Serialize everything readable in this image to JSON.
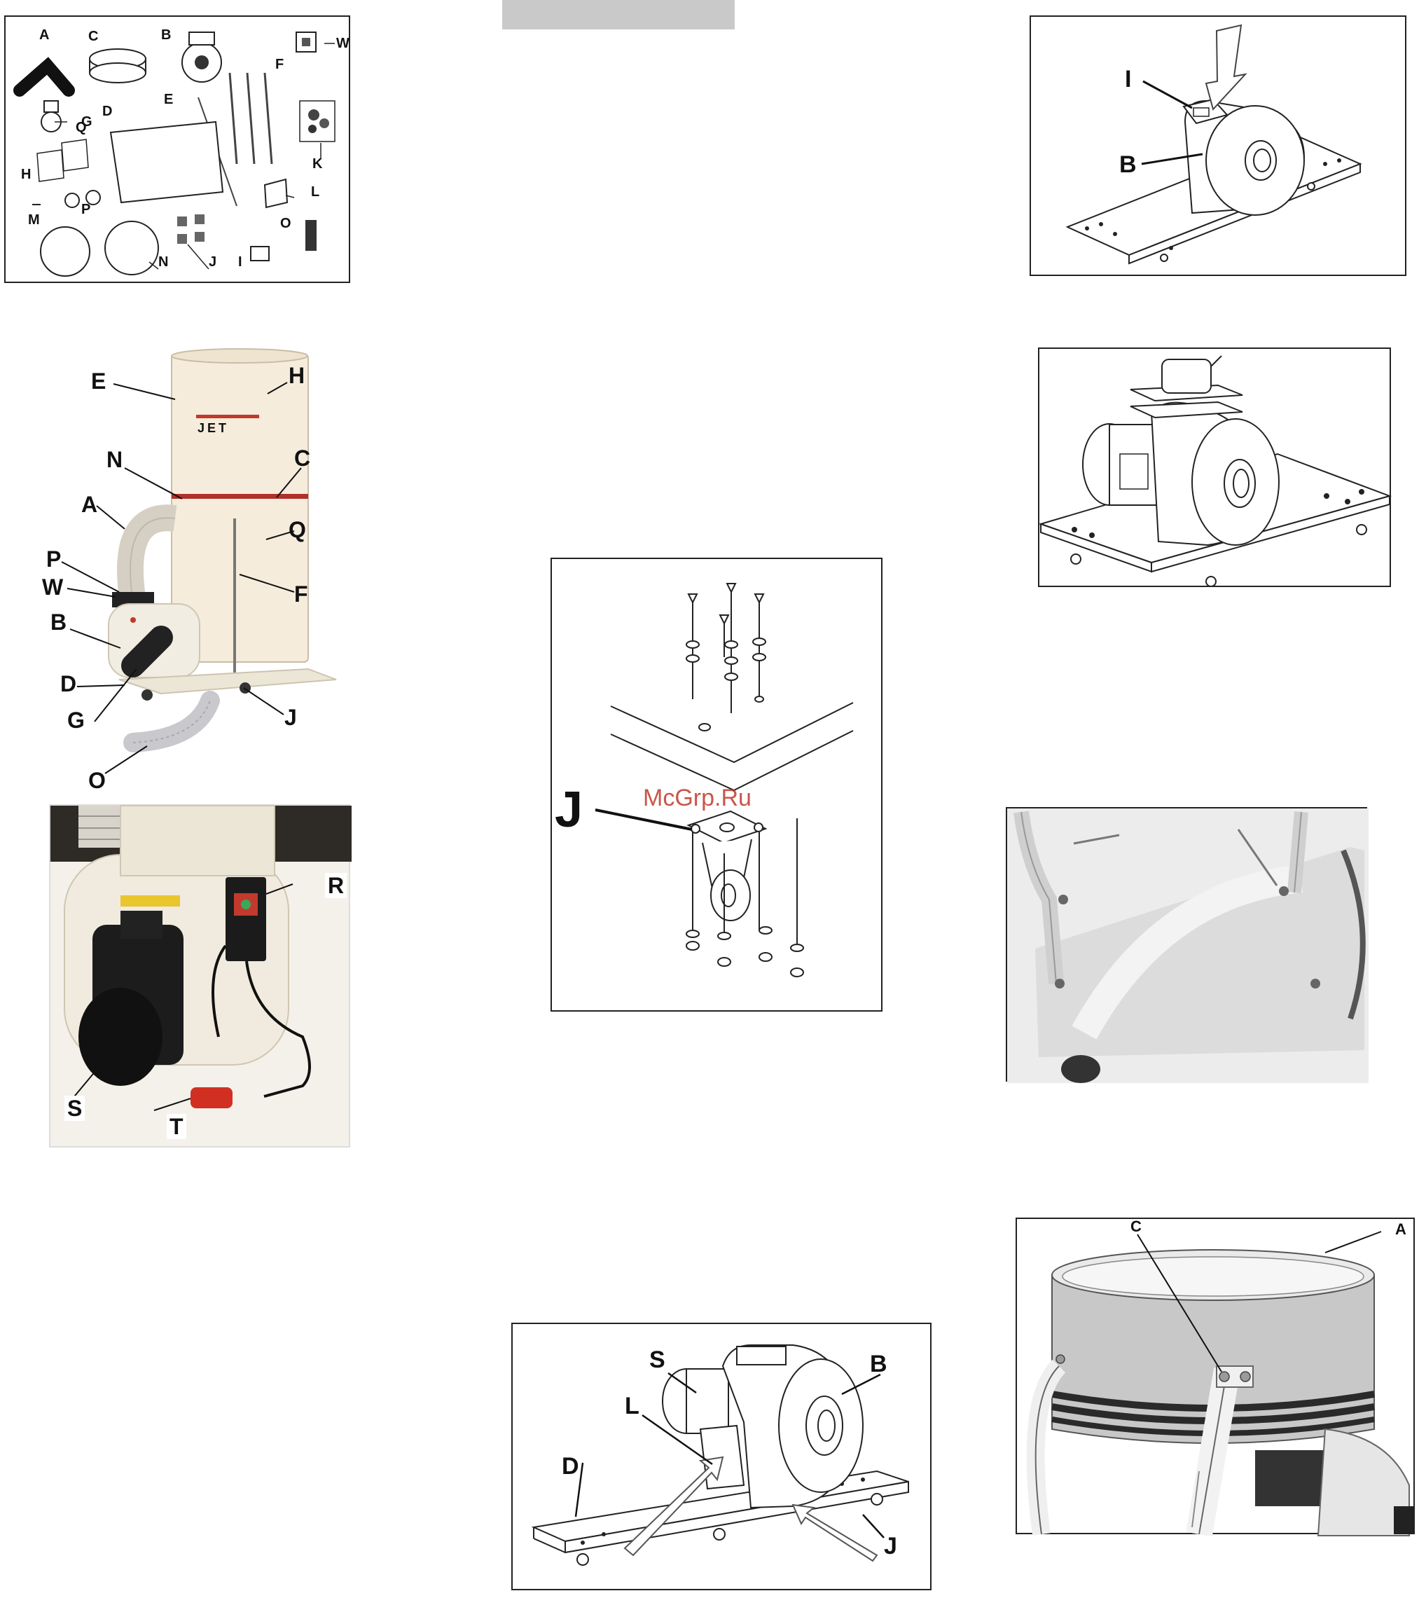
{
  "watermark": "McGrp.Ru",
  "parts_kit": {
    "labels": [
      "A",
      "C",
      "B",
      "W",
      "G",
      "D",
      "E",
      "F",
      "Q",
      "H",
      "K",
      "L",
      "M",
      "P",
      "O",
      "N",
      "J",
      "I"
    ]
  },
  "collector_photo": {
    "labels": [
      "E",
      "H",
      "N",
      "C",
      "A",
      "Q",
      "P",
      "W",
      "F",
      "B",
      "D",
      "G",
      "J",
      "O"
    ],
    "brand": "JET"
  },
  "motor_photo": {
    "labels": [
      "R",
      "S",
      "T"
    ]
  },
  "caster_figure": {
    "labels": [
      "J"
    ]
  },
  "blower_base_figure": {
    "labels": [
      "S",
      "B",
      "L",
      "D",
      "J"
    ]
  },
  "blower_inlet_figure": {
    "labels": [
      "I",
      "B"
    ]
  },
  "drum_figure": {
    "labels": [
      "C",
      "A"
    ]
  },
  "colors": {
    "accent_red": "#c0392b",
    "stroke": "#222222"
  }
}
